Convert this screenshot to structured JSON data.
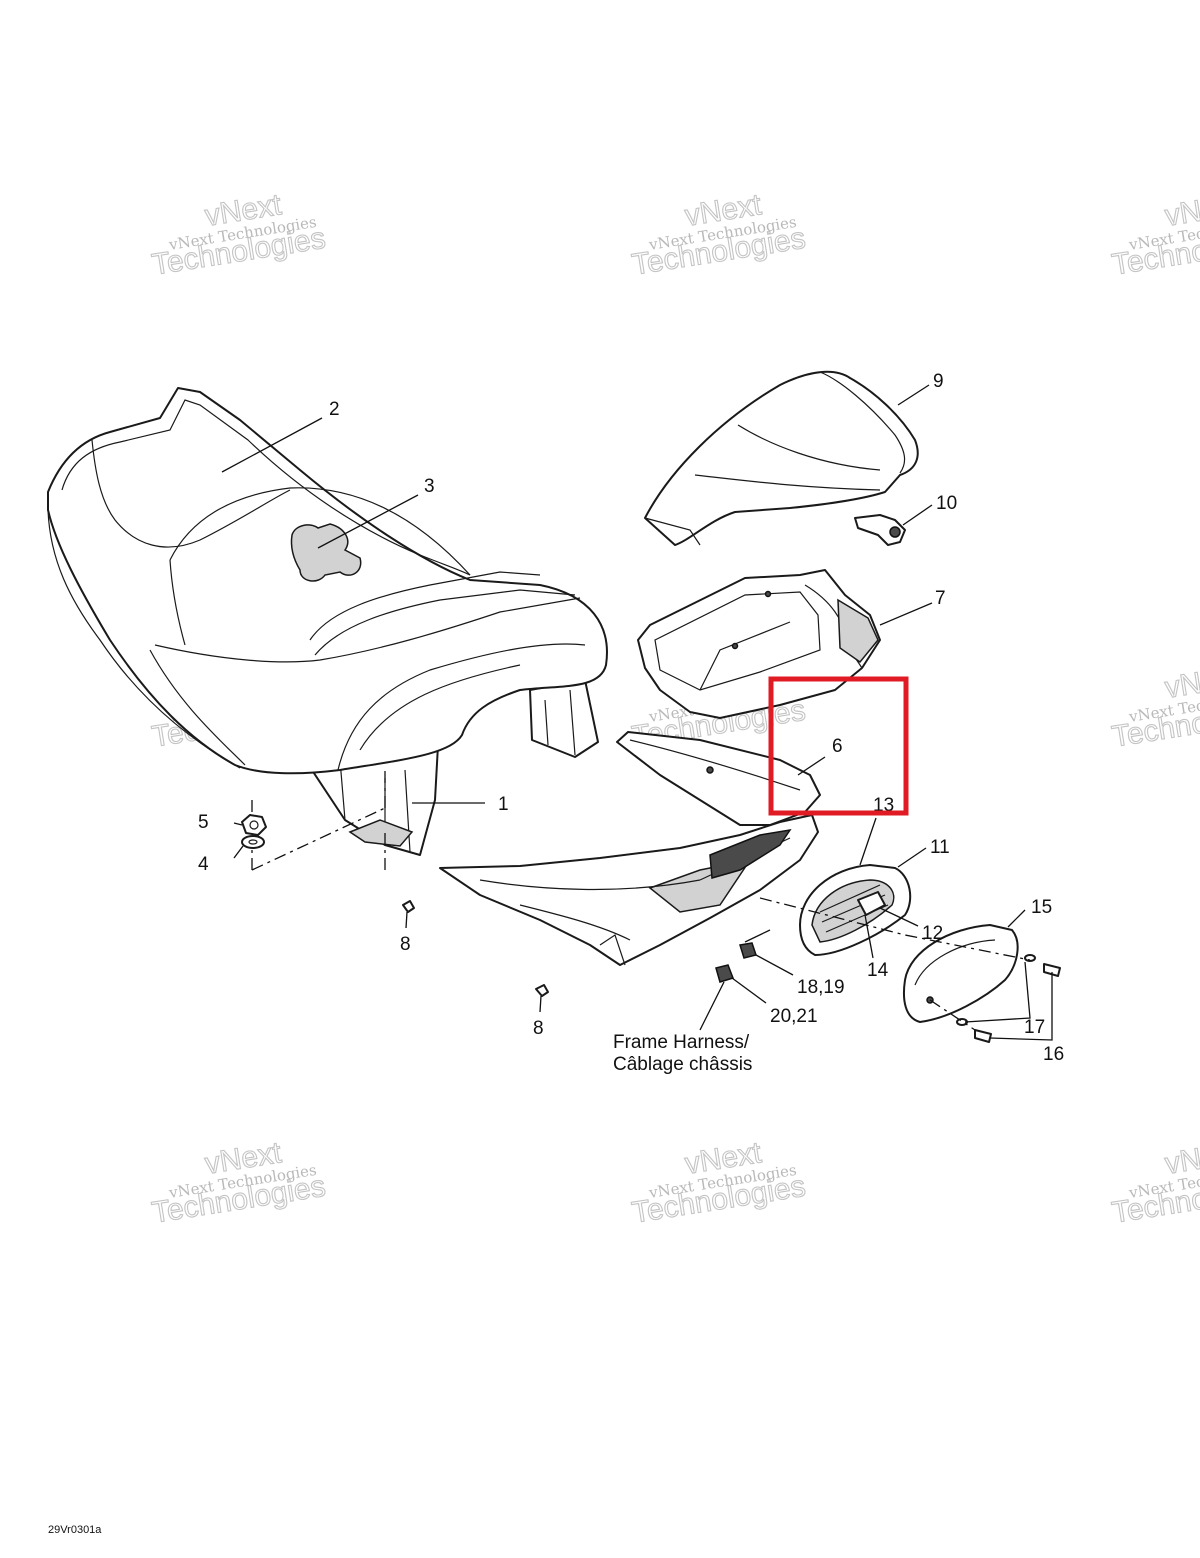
{
  "diagram": {
    "callouts": [
      "1",
      "2",
      "3",
      "4",
      "5",
      "6",
      "7",
      "8",
      "8",
      "9",
      "10",
      "11",
      "12",
      "13",
      "14",
      "15",
      "16",
      "17",
      "18,19",
      "20,21"
    ],
    "harness_label": [
      "Frame Harness/",
      "Câblage châssis"
    ],
    "watermark": {
      "line1": "vNext",
      "line2": "vNext Technologies",
      "line3": "Technologies"
    },
    "reference_code": "29Vr0301a",
    "highlight": {
      "target": "6",
      "color": "#e01b24"
    }
  }
}
